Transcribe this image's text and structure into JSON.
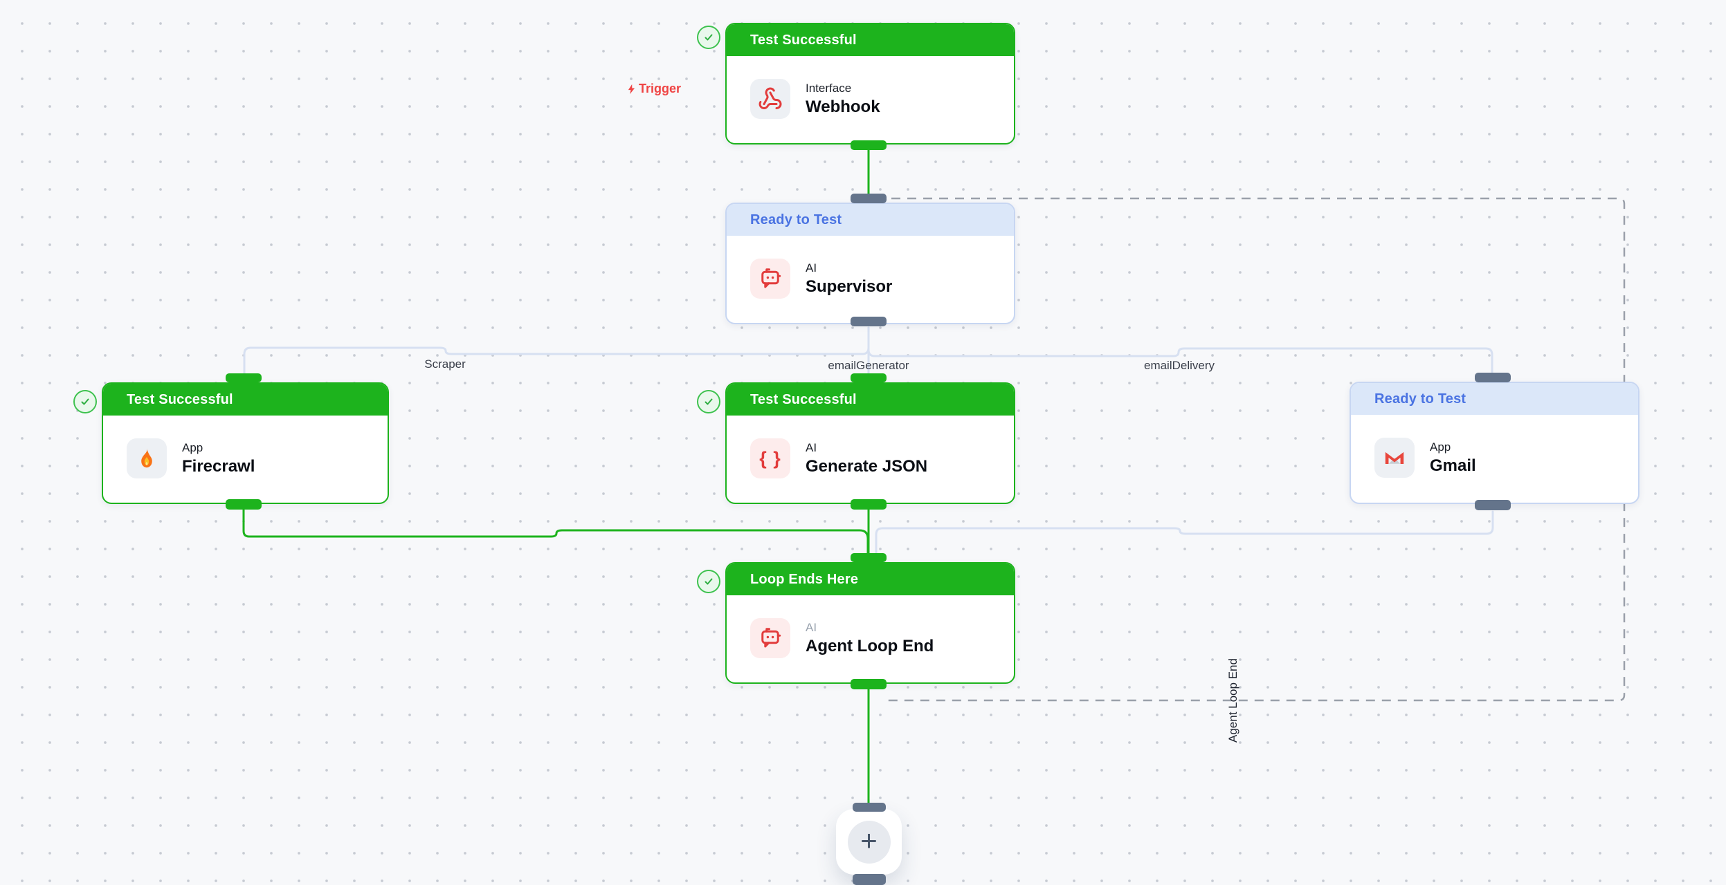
{
  "trigger": {
    "label": "Trigger"
  },
  "nodes": {
    "webhook": {
      "status": "Test Successful",
      "type": "Interface",
      "name": "Webhook"
    },
    "supervisor": {
      "status": "Ready to Test",
      "type": "AI",
      "name": "Supervisor"
    },
    "firecrawl": {
      "status": "Test Successful",
      "type": "App",
      "name": "Firecrawl"
    },
    "generate_json": {
      "status": "Test Successful",
      "type": "AI",
      "name": "Generate JSON"
    },
    "gmail": {
      "status": "Ready to Test",
      "type": "App",
      "name": "Gmail"
    },
    "agent_loop_end": {
      "status": "Loop Ends Here",
      "type": "AI",
      "name": "Agent Loop End"
    }
  },
  "edge_labels": {
    "scraper": "Scraper",
    "email_generator": "emailGenerator",
    "email_delivery": "emailDelivery"
  },
  "loop_boundary_label": "Agent Loop End",
  "icons": {
    "braces_glyph": "{ }",
    "add_glyph": "+"
  },
  "colors": {
    "success_green": "#1db31d",
    "ready_blue_text": "#4a73e2",
    "ready_blue_bg": "#dbe7f9",
    "connector_slate": "#64748b",
    "edge_gray_blue": "#d7e0f1",
    "dashed_gray": "#9aa0aa",
    "trigger_red": "#ef4444"
  }
}
